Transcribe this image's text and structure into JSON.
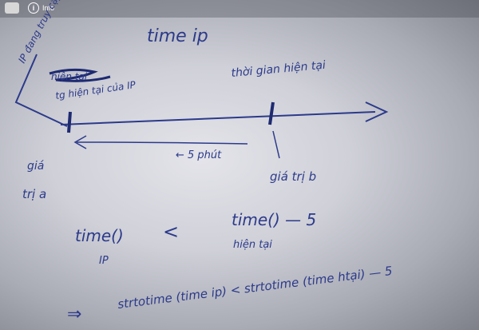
{
  "header": {
    "logo_icon": "image-thumbnail-icon",
    "info_icon": "info-icon",
    "info_label": "Info"
  },
  "notes": {
    "ip_dang_truy_cap": "IP đang truy cập",
    "title": "time ip",
    "crossed_out": "hiện tại",
    "to_hien_tai_cua_ip": "tg hiện tại của IP",
    "thoi_gian_hien_tai": "thời gian hiện tại",
    "minus_5_phut": "← 5 phút",
    "gia_tri_a_1": "giá",
    "gia_tri_a_2": "trị a",
    "gia_tri_b": "giá trị b",
    "time_left": "time()",
    "lt_sign": "<",
    "ip_label": "IP",
    "time_minus_5": "time() — 5",
    "hien_tai": "hiện tại",
    "strtotime_line": "strtotime (time ip) < strtotime (time htại) — 5",
    "arrow_implies": "⇒"
  },
  "ink_color": "#2c3a8a",
  "background": "#cfd0d8"
}
